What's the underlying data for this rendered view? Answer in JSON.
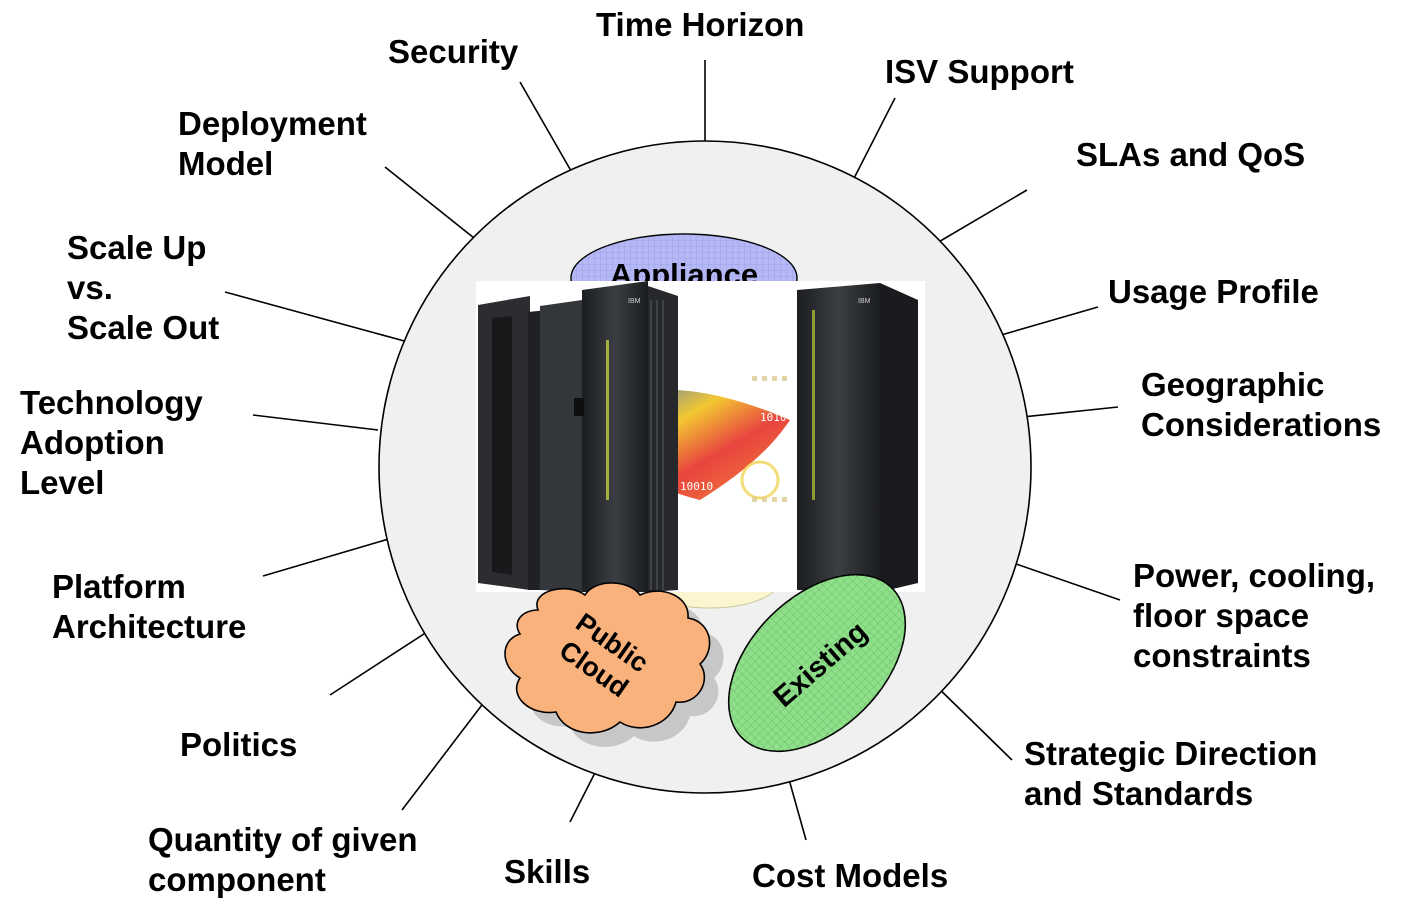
{
  "labels": {
    "time_horizon": [
      "Time Horizon"
    ],
    "security": [
      "Security"
    ],
    "isv_support": [
      "ISV Support"
    ],
    "deployment_model": [
      "Deployment",
      "Model"
    ],
    "slas_qos": [
      "SLAs and QoS"
    ],
    "scale": [
      "Scale Up",
      "vs.",
      "Scale Out"
    ],
    "usage_profile": [
      "Usage Profile"
    ],
    "technology_adoption": [
      "Technology",
      "Adoption",
      "Level"
    ],
    "geographic": [
      "Geographic",
      "Considerations"
    ],
    "platform_architecture": [
      "Platform",
      "Architecture"
    ],
    "power_cooling": [
      "Power, cooling,",
      "floor space",
      "constraints"
    ],
    "politics": [
      "Politics"
    ],
    "strategic_direction": [
      "Strategic Direction",
      "and Standards"
    ],
    "quantity": [
      "Quantity of given",
      "component"
    ],
    "skills": [
      "Skills"
    ],
    "cost_models": [
      "Cost Models"
    ]
  },
  "center": {
    "appliance": "Appliance",
    "public_cloud": [
      "Public",
      "Cloud"
    ],
    "existing": "Existing",
    "server_brand": "IBM"
  },
  "colors": {
    "circle_fill": "#f0f0f0",
    "appliance_fill": "#b4b8f4",
    "cloud_fill": "#f9b27c",
    "existing_fill": "#8fe08a"
  }
}
